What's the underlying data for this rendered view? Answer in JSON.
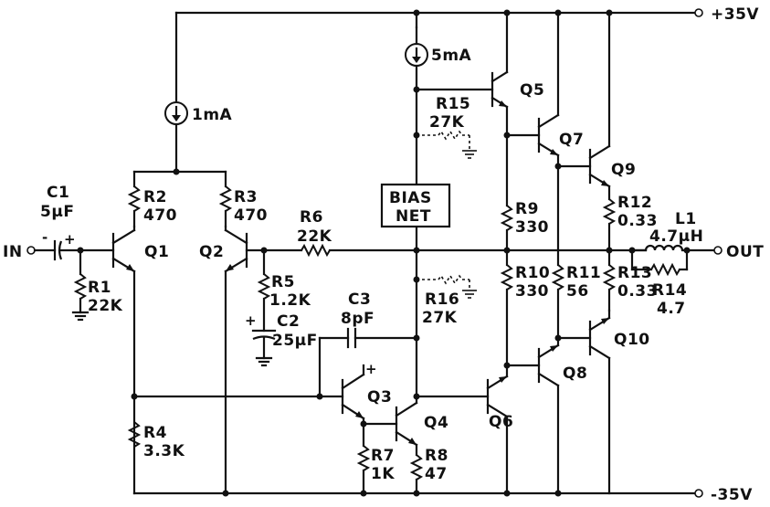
{
  "rails": {
    "pos": "+35V",
    "neg": "-35V"
  },
  "io": {
    "in": "IN",
    "out": "OUT"
  },
  "sources": {
    "i1": "1mA",
    "i2": "5mA"
  },
  "bias_net": {
    "line1": "BIAS",
    "line2": "NET"
  },
  "components": {
    "C1": {
      "name": "C1",
      "value": "5µF"
    },
    "C2": {
      "name": "C2",
      "value": "25µF"
    },
    "C3": {
      "name": "C3",
      "value": "8pF"
    },
    "R1": {
      "name": "R1",
      "value": "22K"
    },
    "R2": {
      "name": "R2",
      "value": "470"
    },
    "R3": {
      "name": "R3",
      "value": "470"
    },
    "R4": {
      "name": "R4",
      "value": "3.3K"
    },
    "R5": {
      "name": "R5",
      "value": "1.2K"
    },
    "R6": {
      "name": "R6",
      "value": "22K"
    },
    "R7": {
      "name": "R7",
      "value": "1K"
    },
    "R8": {
      "name": "R8",
      "value": "47"
    },
    "R9": {
      "name": "R9",
      "value": "330"
    },
    "R10": {
      "name": "R10",
      "value": "330"
    },
    "R11": {
      "name": "R11",
      "value": "56"
    },
    "R12": {
      "name": "R12",
      "value": "0.33"
    },
    "R13": {
      "name": "R13",
      "value": "0.33"
    },
    "R14": {
      "name": "R14",
      "value": "4.7"
    },
    "R15": {
      "name": "R15",
      "value": "27K"
    },
    "R16": {
      "name": "R16",
      "value": "27K"
    },
    "L1": {
      "name": "L1",
      "value": "4.7µH"
    }
  },
  "transistors": {
    "Q1": "Q1",
    "Q2": "Q2",
    "Q3": "Q3",
    "Q4": "Q4",
    "Q5": "Q5",
    "Q6": "Q6",
    "Q7": "Q7",
    "Q8": "Q8",
    "Q9": "Q9",
    "Q10": "Q10"
  },
  "marks": {
    "plus": "+",
    "minus": "-"
  }
}
